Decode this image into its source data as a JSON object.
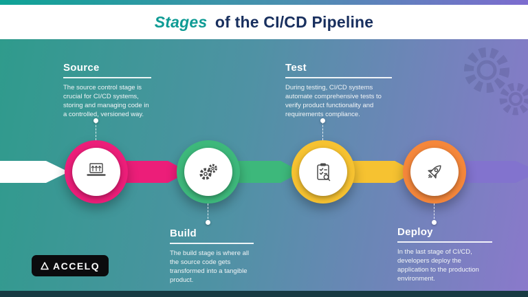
{
  "header": {
    "title_accent": "Stages",
    "title_rest": " of the CI/CD Pipeline"
  },
  "stages": [
    {
      "name": "Source",
      "description": "The source control stage is crucial for CI/CD systems, storing and managing code in a controlled, versioned way.",
      "color": "#EC1E79",
      "icon": "source-control-icon"
    },
    {
      "name": "Build",
      "description": "The build stage is where all the source code gets transformed into a tangible product.",
      "color": "#3DB87B",
      "icon": "gears-icon"
    },
    {
      "name": "Test",
      "description": "During testing, CI/CD systems automate comprehensive tests to verify product functionality and requirements compliance.",
      "color": "#F6C231",
      "icon": "test-checklist-icon"
    },
    {
      "name": "Deploy",
      "description": "In the last stage of CI/CD, developers deploy the application to the production environment.",
      "color": "#F5873B",
      "icon": "rocket-icon"
    }
  ],
  "arrows": {
    "entry_color": "#FFFFFF",
    "exit_color": "#8273CE"
  },
  "logo": {
    "text": "ACCELQ"
  },
  "colors": {
    "accent_teal": "#0E9B94",
    "title_navy": "#182F5E",
    "bg_gradient_left": "#2F9B8C",
    "bg_gradient_right": "#8A79CB",
    "footer_bar": "#173A42"
  }
}
